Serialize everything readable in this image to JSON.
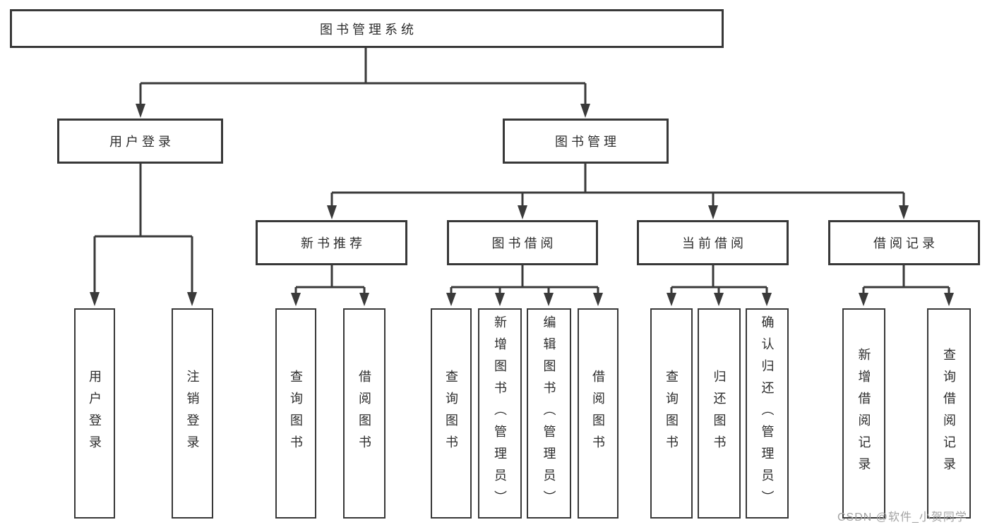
{
  "title": "图书管理系统",
  "watermark": {
    "text": "CSDN @软件_小贺同学"
  },
  "colors": {
    "line": "#3a3a3a",
    "box_border": "#383838",
    "text": "#2d2d2d",
    "box_bg": "#ffffff",
    "watermark": "#a2a2a2"
  },
  "tree": {
    "root": {
      "label": "图书管理系统"
    },
    "login": {
      "label": "用户登录",
      "children": [
        {
          "label": "用户登录"
        },
        {
          "label": "注销登录"
        }
      ]
    },
    "management": {
      "label": "图书管理",
      "groups": [
        {
          "label": "新书推荐",
          "children": [
            {
              "label": "查询图书"
            },
            {
              "label": "借阅图书"
            }
          ]
        },
        {
          "label": "图书借阅",
          "children": [
            {
              "label": "查询图书"
            },
            {
              "label": "新增图书（管理员）"
            },
            {
              "label": "编辑图书（管理员）"
            },
            {
              "label": "借阅图书"
            }
          ]
        },
        {
          "label": "当前借阅",
          "children": [
            {
              "label": "查询图书"
            },
            {
              "label": "归还图书"
            },
            {
              "label": "确认归还（管理员）"
            }
          ]
        },
        {
          "label": "借阅记录",
          "children": [
            {
              "label": "新增借阅记录"
            },
            {
              "label": "查询借阅记录"
            }
          ]
        }
      ]
    }
  }
}
